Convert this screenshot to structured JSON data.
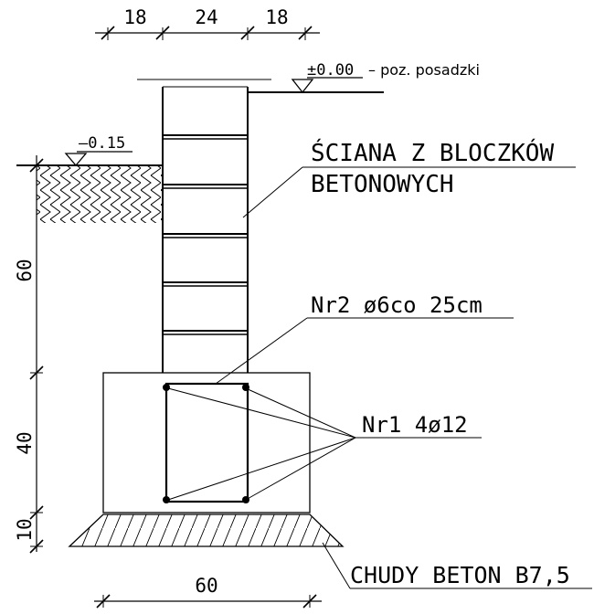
{
  "dimensions": {
    "top": [
      "18",
      "24",
      "18"
    ],
    "bottom": "60",
    "left": [
      "60",
      "40",
      "10"
    ]
  },
  "levels": {
    "floor_value": "±0.00",
    "floor_text": "– poz. posadzki",
    "ground_value": "–0.15"
  },
  "labels": {
    "wall_line1": "ŚCIANA Z BLOCZKÓW",
    "wall_line2": "BETONOWYCH",
    "stirrup": "Nr2 ø6co 25cm",
    "bars": "Nr1 4ø12",
    "lean_concrete": "CHUDY BETON B7,5"
  }
}
